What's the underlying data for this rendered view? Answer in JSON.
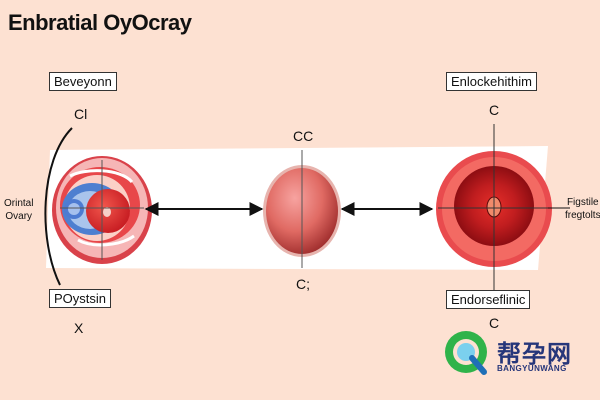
{
  "title": "Enbratial OyOcray",
  "labels": {
    "top_left_box": "Beveyonn",
    "top_left_letter": "Cl",
    "left_side": [
      "Orintal",
      "Ovary"
    ],
    "bottom_left_box": "POystsin",
    "bottom_left_letter": "X",
    "center_top": "CC",
    "center_bottom": "C;",
    "top_right_box": "Enlockehithim",
    "top_right_letter": "C",
    "right_side": [
      "Figstile",
      "fregtolts"
    ],
    "bottom_right_box": "Endorseflinic",
    "bottom_right_letter": "C"
  },
  "watermark": {
    "chinese": "帮孕网",
    "latin": "BANGYUNWANG"
  },
  "colors": {
    "background": "#fde1d2",
    "band": "#ffffff",
    "red": "#e8342c",
    "dark_red": "#b3131a",
    "pink": "#f3a5a2",
    "blue": "#5b8fd6",
    "watermark": "#26367a",
    "watermark_green": "#2fb34a"
  }
}
